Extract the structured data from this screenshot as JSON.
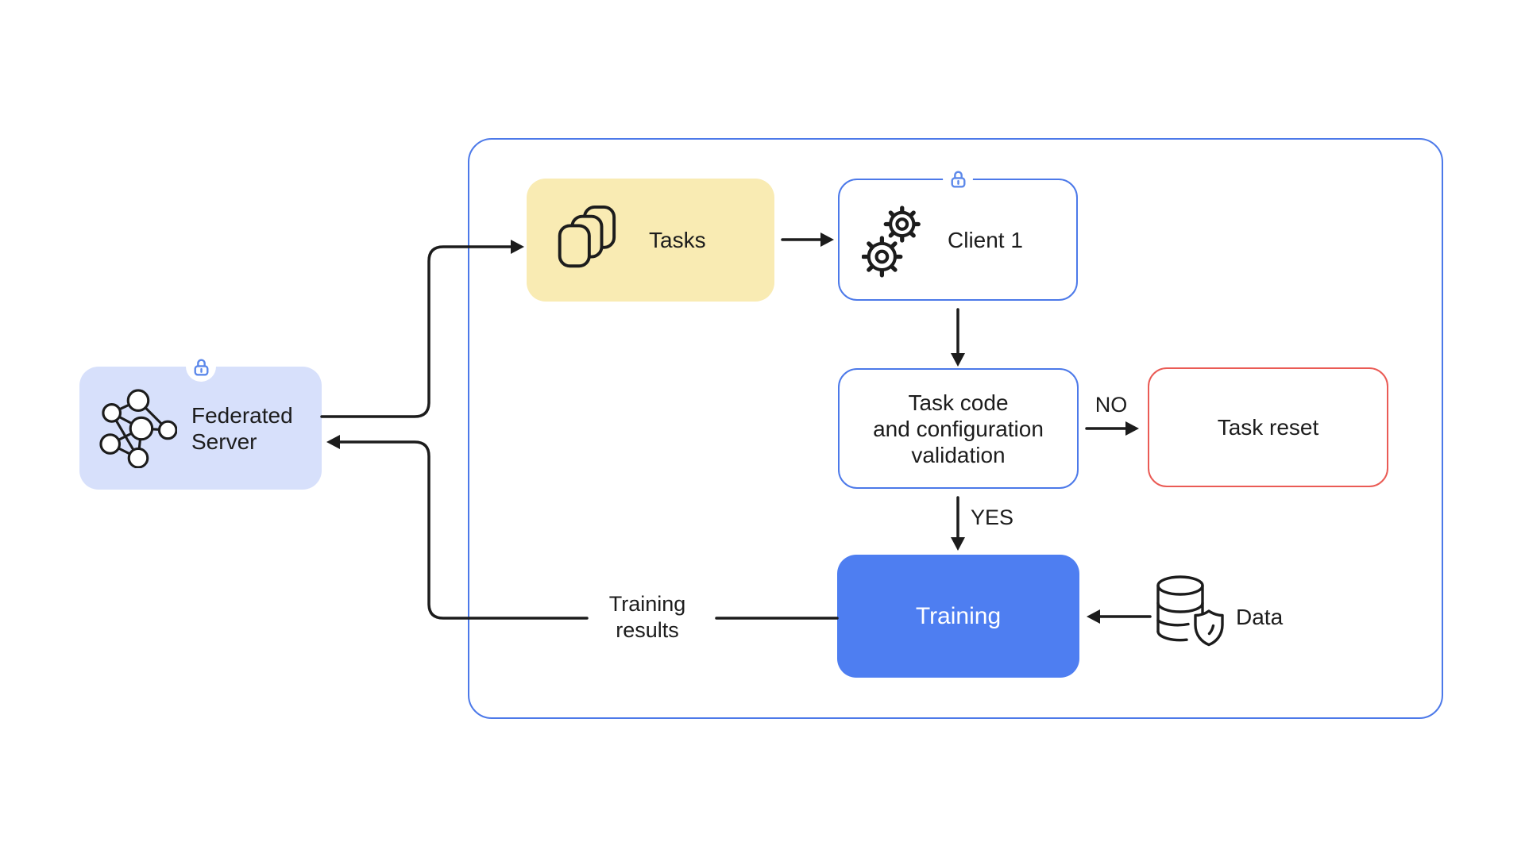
{
  "colors": {
    "accent-blue": "#4C79E9",
    "training-blue": "#4E7EF1",
    "server-fill": "#D7E0FB",
    "tasks-fill": "#F9EBB3",
    "reset-red": "#EA5B55",
    "lock-blue": "#5C88EA",
    "ink": "#1C1C1C"
  },
  "nodes": {
    "federated_server": {
      "lines": [
        "Federated",
        "Server"
      ],
      "icon": "neural-network-icon",
      "badge": "lock-icon"
    },
    "tasks": {
      "label": "Tasks",
      "icon": "stacked-cards-icon"
    },
    "client": {
      "label": "Client 1",
      "icon": "gears-icon",
      "badge": "lock-icon"
    },
    "validation": {
      "lines": [
        "Task code",
        "and configuration",
        "validation"
      ]
    },
    "task_reset": {
      "label": "Task reset"
    },
    "training": {
      "label": "Training"
    },
    "data": {
      "label": "Data",
      "icon": "database-shield-icon"
    }
  },
  "edge_labels": {
    "no": "NO",
    "yes": "YES",
    "training_results": {
      "lines": [
        "Training",
        "results"
      ]
    }
  }
}
